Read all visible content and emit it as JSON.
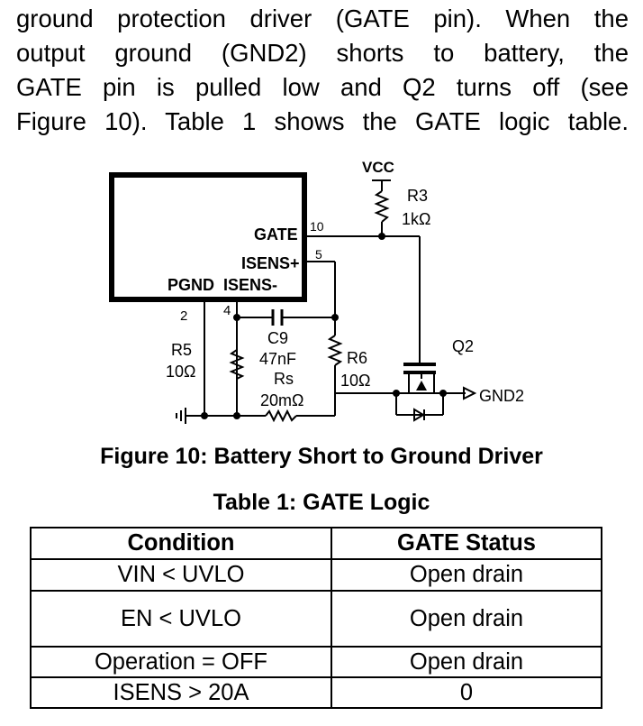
{
  "paragraph": {
    "lines": [
      "ground protection driver (GATE pin). When the",
      "output ground (GND2) shorts to battery, the",
      "GATE pin is pulled low and Q2 turns off (see",
      "Figure 10). Table 1 shows the GATE logic table."
    ]
  },
  "schematic": {
    "pin_gate": "GATE",
    "pin_isens_plus": "ISENS+",
    "pin_pgnd": "PGND",
    "pin_isens_minus": "ISENS-",
    "pin_num_10": "10",
    "pin_num_5": "5",
    "pin_num_2": "2",
    "pin_num_4": "4",
    "vcc": "VCC",
    "r3_name": "R3",
    "r3_value": "1kΩ",
    "r5_name": "R5",
    "r5_value": "10Ω",
    "c9_name": "C9",
    "c9_value": "47nF",
    "rs_name": "Rs",
    "rs_value": "20mΩ",
    "r6_name": "R6",
    "r6_value": "10Ω",
    "q2_name": "Q2",
    "gnd2": "GND2"
  },
  "figure_caption": "Figure 10: Battery Short to Ground Driver",
  "table_caption": "Table 1: GATE Logic",
  "table": {
    "headers": [
      "Condition",
      "GATE Status"
    ],
    "rows": [
      [
        "VIN < UVLO",
        "Open drain"
      ],
      [
        "EN < UVLO",
        "Open drain"
      ],
      [
        "Operation = OFF",
        "Open drain"
      ],
      [
        "ISENS > 20A",
        "0"
      ]
    ]
  }
}
